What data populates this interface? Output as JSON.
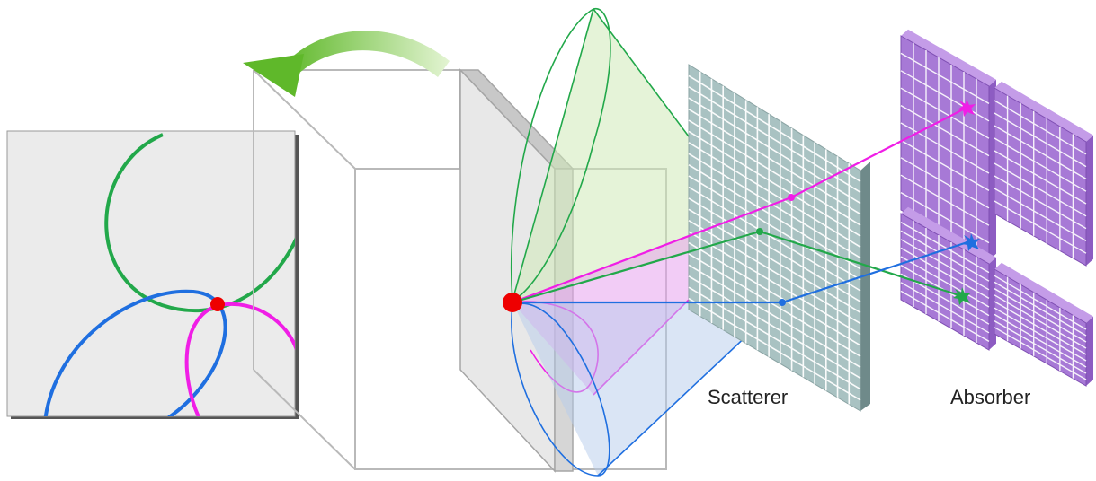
{
  "labels": {
    "scatterer": "Scatterer",
    "absorber": "Absorber"
  },
  "colors": {
    "background": "#ffffff",
    "panel_fill": "#ebebeb",
    "panel_shadow": "#555555",
    "box_outline": "#b9b9b9",
    "box_slab": "#e8e8e8",
    "scatterer_fill": "#a9c2c2",
    "scatterer_grid": "#ffffff",
    "scatterer_side": "#6f8a8a",
    "absorber_fill": "#a779d6",
    "absorber_side": "#8d5cc2",
    "absorber_top": "#c49ce8",
    "green_cone": "#22a84a",
    "magenta_cone": "#f01ee6",
    "blue_cone": "#1f6fe0",
    "source": "#ee0000",
    "arrow": "#7ecb3a"
  },
  "icons": {
    "source": "red-source-dot",
    "projection_arrow": "curved-green-arrow",
    "hits": "burst-marker"
  }
}
